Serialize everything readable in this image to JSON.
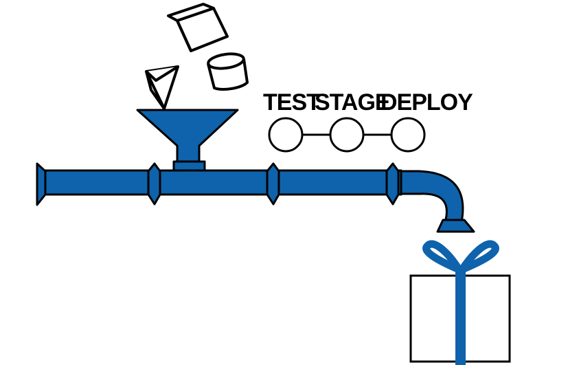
{
  "colors": {
    "pipe": "#0e63ac",
    "outline": "#000000",
    "background": "#ffffff",
    "box_fill": "#ffffff"
  },
  "stages": [
    {
      "label": "TEST"
    },
    {
      "label": "STAGE"
    },
    {
      "label": "DEPLOY"
    }
  ],
  "icons": {
    "cube": "cube-icon",
    "cylinder": "cylinder-icon",
    "prism": "triangular-prism-icon",
    "funnel": "funnel-icon",
    "pipeline": "pipe-icon",
    "gift": "gift-box-icon"
  }
}
